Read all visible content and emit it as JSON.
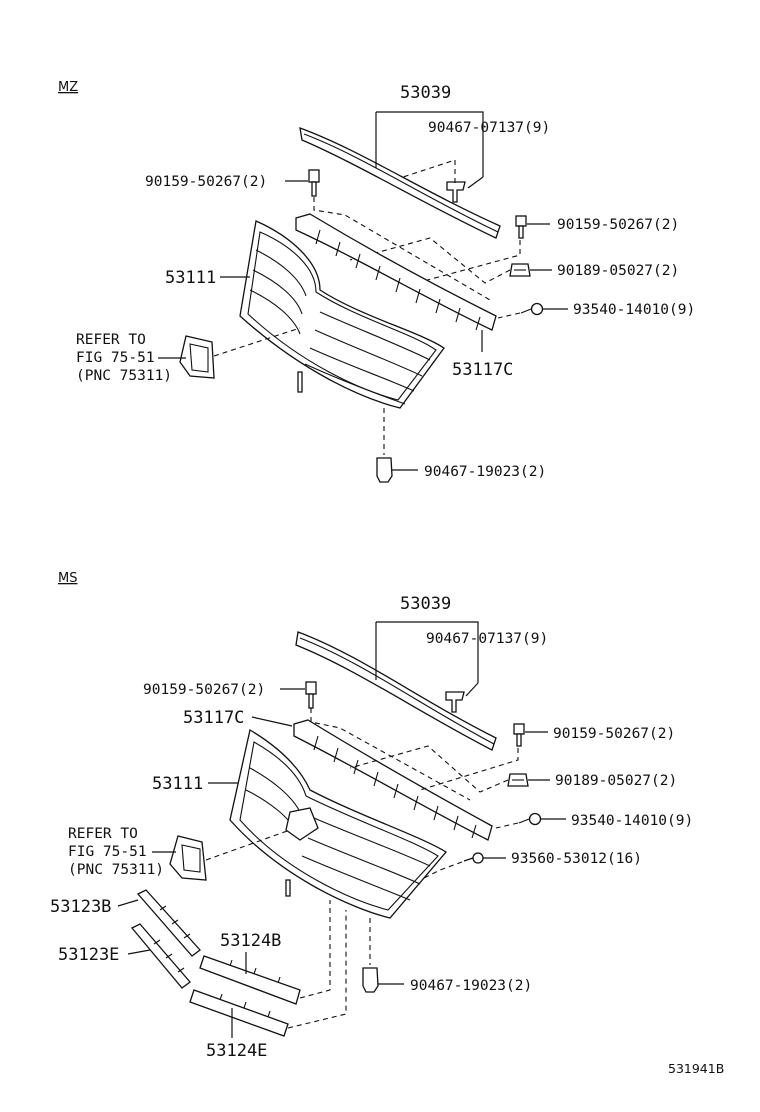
{
  "sections": {
    "mz": {
      "tag": "MZ",
      "labels": {
        "p53039": "53039",
        "p90467_07137": "90467-07137(9)",
        "p90159_left": "90159-50267(2)",
        "p90159_right": "90159-50267(2)",
        "p90189": "90189-05027(2)",
        "p93540": "93540-14010(9)",
        "p53111": "53111",
        "p53117C": "53117C",
        "p90467_19023": "90467-19023(2)",
        "refer_line1": "REFER TO",
        "refer_line2": "FIG 75-51",
        "refer_line3": "(PNC 75311)"
      }
    },
    "ms": {
      "tag": "MS",
      "labels": {
        "p53039": "53039",
        "p90467_07137": "90467-07137(9)",
        "p90159_left": "90159-50267(2)",
        "p90159_right": "90159-50267(2)",
        "p53117C": "53117C",
        "p90189": "90189-05027(2)",
        "p53111": "53111",
        "p93540": "93540-14010(9)",
        "p93560": "93560-53012(16)",
        "p53123B": "53123B",
        "p53123E": "53123E",
        "p53124B": "53124B",
        "p53124E": "53124E",
        "p90467_19023": "90467-19023(2)",
        "refer_line1": "REFER TO",
        "refer_line2": "FIG 75-51",
        "refer_line3": "(PNC 75311)"
      }
    }
  },
  "diagram_code": "531941B"
}
